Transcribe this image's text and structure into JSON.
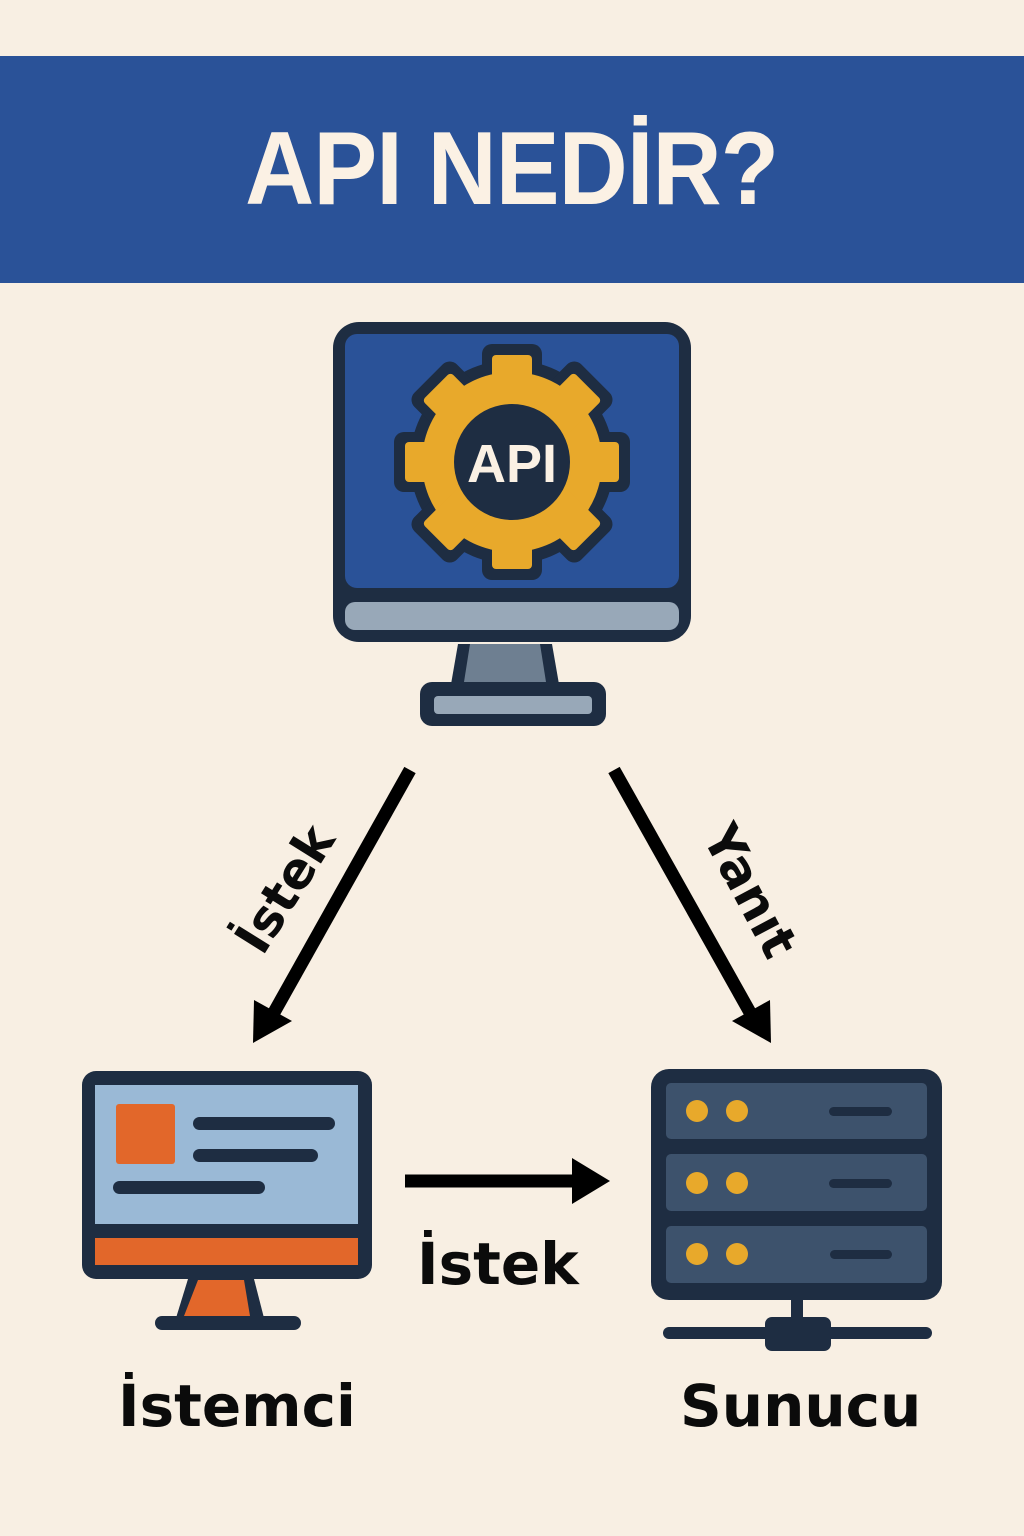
{
  "header": {
    "title": "API NEDİR?"
  },
  "api_monitor": {
    "badge_text": "API",
    "icon": "gear-icon"
  },
  "nodes": {
    "client": {
      "label": "İstemci",
      "icon": "client-monitor-icon"
    },
    "server": {
      "label": "Sunucu",
      "icon": "server-rack-icon"
    }
  },
  "arrows": {
    "api_to_client": {
      "label": "İstek"
    },
    "api_to_server": {
      "label": "Yanıt"
    },
    "client_to_server": {
      "label": "İstek"
    }
  },
  "colors": {
    "background": "#f8efe3",
    "banner": "#2a5298",
    "outline": "#1e2d42",
    "gear": "#e8a92b",
    "accent_orange": "#e2672a",
    "screen_light": "#9ab9d6",
    "server_body": "#3d526c"
  }
}
